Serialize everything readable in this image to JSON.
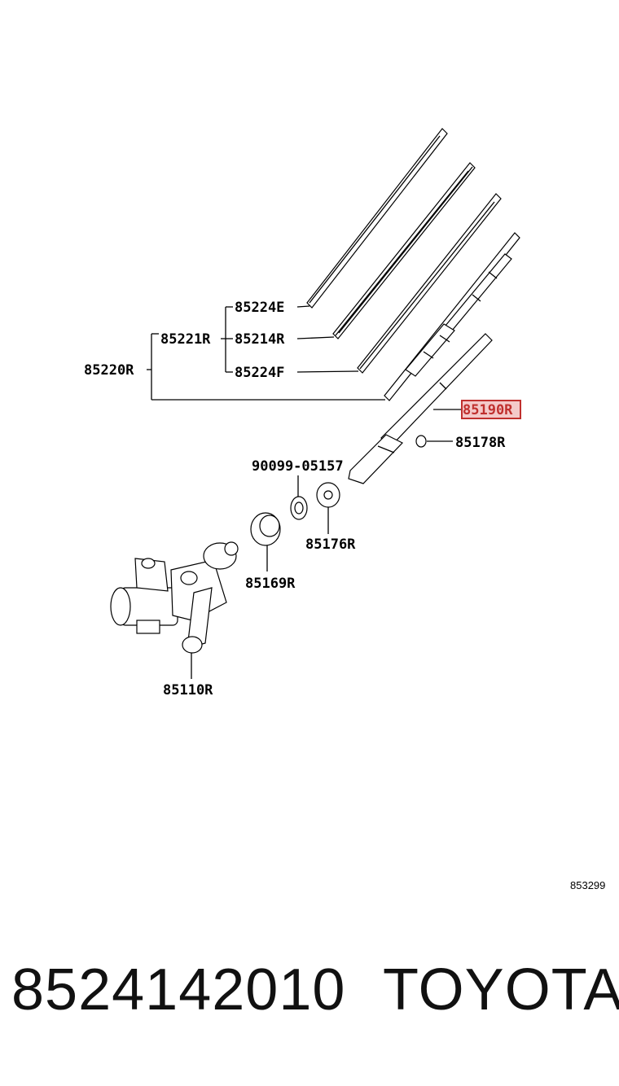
{
  "diagram": {
    "callouts": {
      "c85224E": "85224E",
      "c85214R": "85214R",
      "c85221R": "85221R",
      "c85220R": "85220R",
      "c85224F": "85224F",
      "c85190R": "85190R",
      "c85178R": "85178R",
      "c90099": "90099-05157",
      "c85176R": "85176R",
      "c85169R": "85169R",
      "c85110R": "85110R"
    },
    "highlighted_callout": "85190R",
    "highlight_color": "#c0302e",
    "reference_code": "853299"
  },
  "footer": {
    "part_number": "8524142010",
    "brand": "TOYOTA"
  }
}
